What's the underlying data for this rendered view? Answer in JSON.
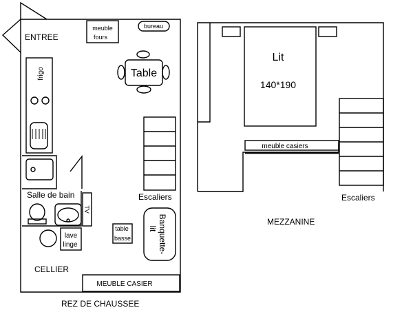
{
  "ground_floor": {
    "caption": "REZ DE CHAUSSEE",
    "entrance": "ENTREE",
    "cabinet_oven": [
      "meuble",
      "fours"
    ],
    "desk": "bureau",
    "table": "Table",
    "fridge": "frigo",
    "bathroom": "Salle de bain",
    "tv": "TV",
    "stairs": "Escaliers",
    "sofa_bed": [
      "Banquette-",
      "lit"
    ],
    "coffee_table": [
      "table",
      "basse"
    ],
    "washer": [
      "lave",
      "linge"
    ],
    "storage_room": "CELLIER",
    "locker_cabinet": "MEUBLE CASIER"
  },
  "mezzanine": {
    "caption": "MEZZANINE",
    "bed": "Lit",
    "bed_size": "140*190",
    "locker_cabinet": "meuble casiers",
    "stairs": "Escaliers"
  }
}
